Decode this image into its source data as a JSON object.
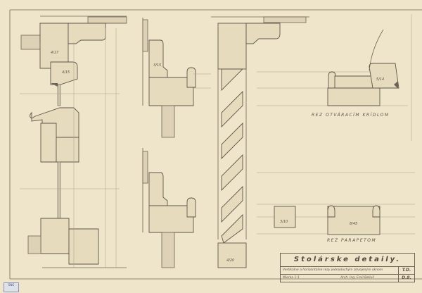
{
  "title_block": {
    "title": "Stolárske detaily.",
    "description": "Vertikálne a horizontálne rezy jednoduchým zdvojeným oknom",
    "scale": "Mierka 1:1",
    "author": "Arch. Ing. Emil Belluš",
    "code_top": "T.D.",
    "code_bottom": "D.8."
  },
  "section_labels": {
    "casement": "REZ OTVÁRACÍM KRÍDLOM",
    "parapet": "REZ PARAPETOM"
  },
  "dimension_labels": {
    "a": "4/17",
    "b": "4/15",
    "c": "5/14",
    "d": "3/15",
    "e": "8/45",
    "f": "3/10",
    "g": "4/20"
  },
  "stamp": "SNG",
  "colors": {
    "paper": "#efe5cb",
    "ink": "#6e6656"
  }
}
